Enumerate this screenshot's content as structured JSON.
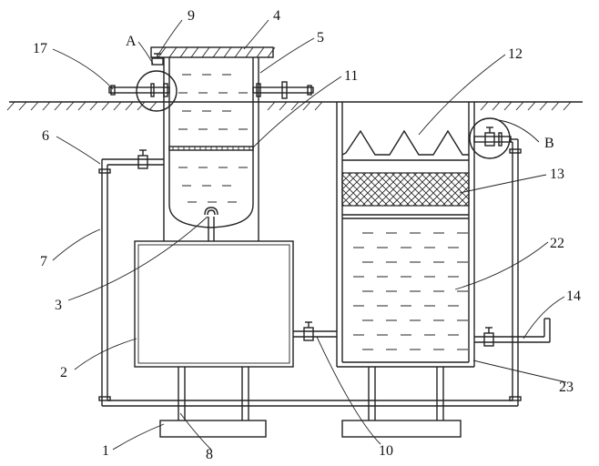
{
  "labels": {
    "l1": "1",
    "l2": "2",
    "l3": "3",
    "l4": "4",
    "l5": "5",
    "l6": "6",
    "l7": "7",
    "l8": "8",
    "l9": "9",
    "l10": "10",
    "l11": "11",
    "l12": "12",
    "l13": "13",
    "l14": "14",
    "l17": "17",
    "l22": "22",
    "l23": "23",
    "lA": "A",
    "lB": "B"
  }
}
